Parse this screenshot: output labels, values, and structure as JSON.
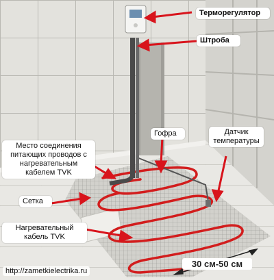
{
  "labels": {
    "thermostat": "Терморегулятор",
    "chase": "Штроба",
    "corrugation": "Гофра",
    "sensor": "Датчик температуры",
    "junction": "Место соединения питающих проводов с нагревательным кабелем TVK",
    "mesh": "Сетка",
    "heating_cable": "Нагревательный кабель TVK"
  },
  "dimension": "30 см-50 см",
  "website": "http://zametkielectrika.ru",
  "colors": {
    "arrow": "#d8141c",
    "cable": "#d21d1d",
    "wall_tile": "#e2e1dc",
    "grout": "#bdbcb6",
    "floor": "#e6e5e1",
    "mesh": "#8a8a88",
    "conduit": "#4a4a4a"
  }
}
